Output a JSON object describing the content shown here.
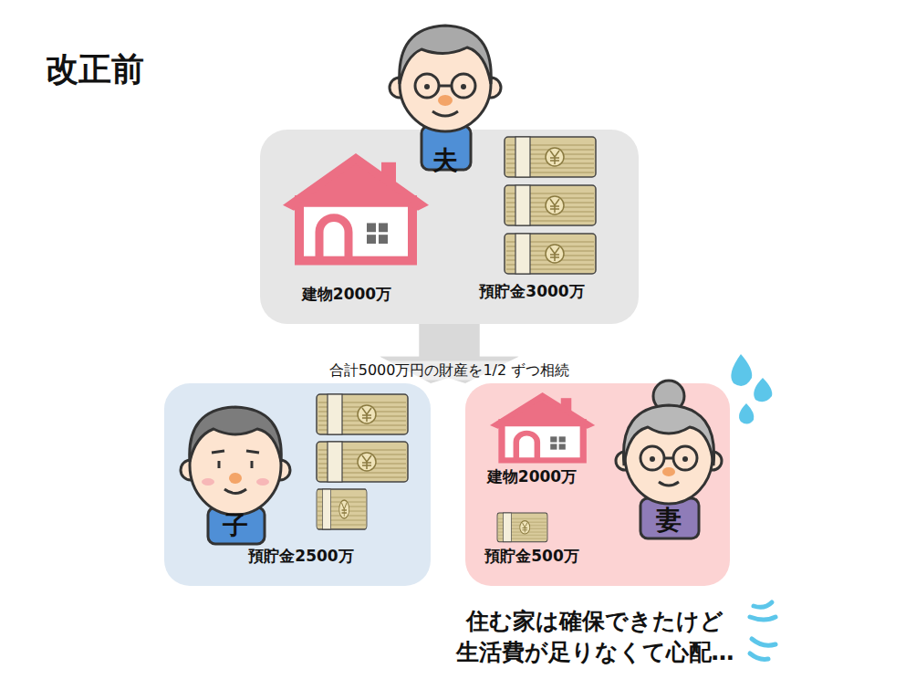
{
  "diagram": {
    "title": "改正前",
    "nodes": [
      {
        "text": [
          "夫",
          "建物2000万",
          "預貯金3000万"
        ]
      },
      {
        "text": [
          "子",
          "預貯金2500万"
        ]
      },
      {
        "text": [
          "建物2000万",
          "妻",
          "預貯金500万"
        ]
      }
    ],
    "edges": [
      {
        "from": 0,
        "to": 1,
        "arrow": "to",
        "label": "合計5000万円の財産を1/2 ずつ相続"
      },
      {
        "from": 0,
        "to": 2,
        "arrow": "to"
      }
    ],
    "labels": [
      "住む家は確保できたけど 生活費が足りなくて心配…"
    ]
  }
}
